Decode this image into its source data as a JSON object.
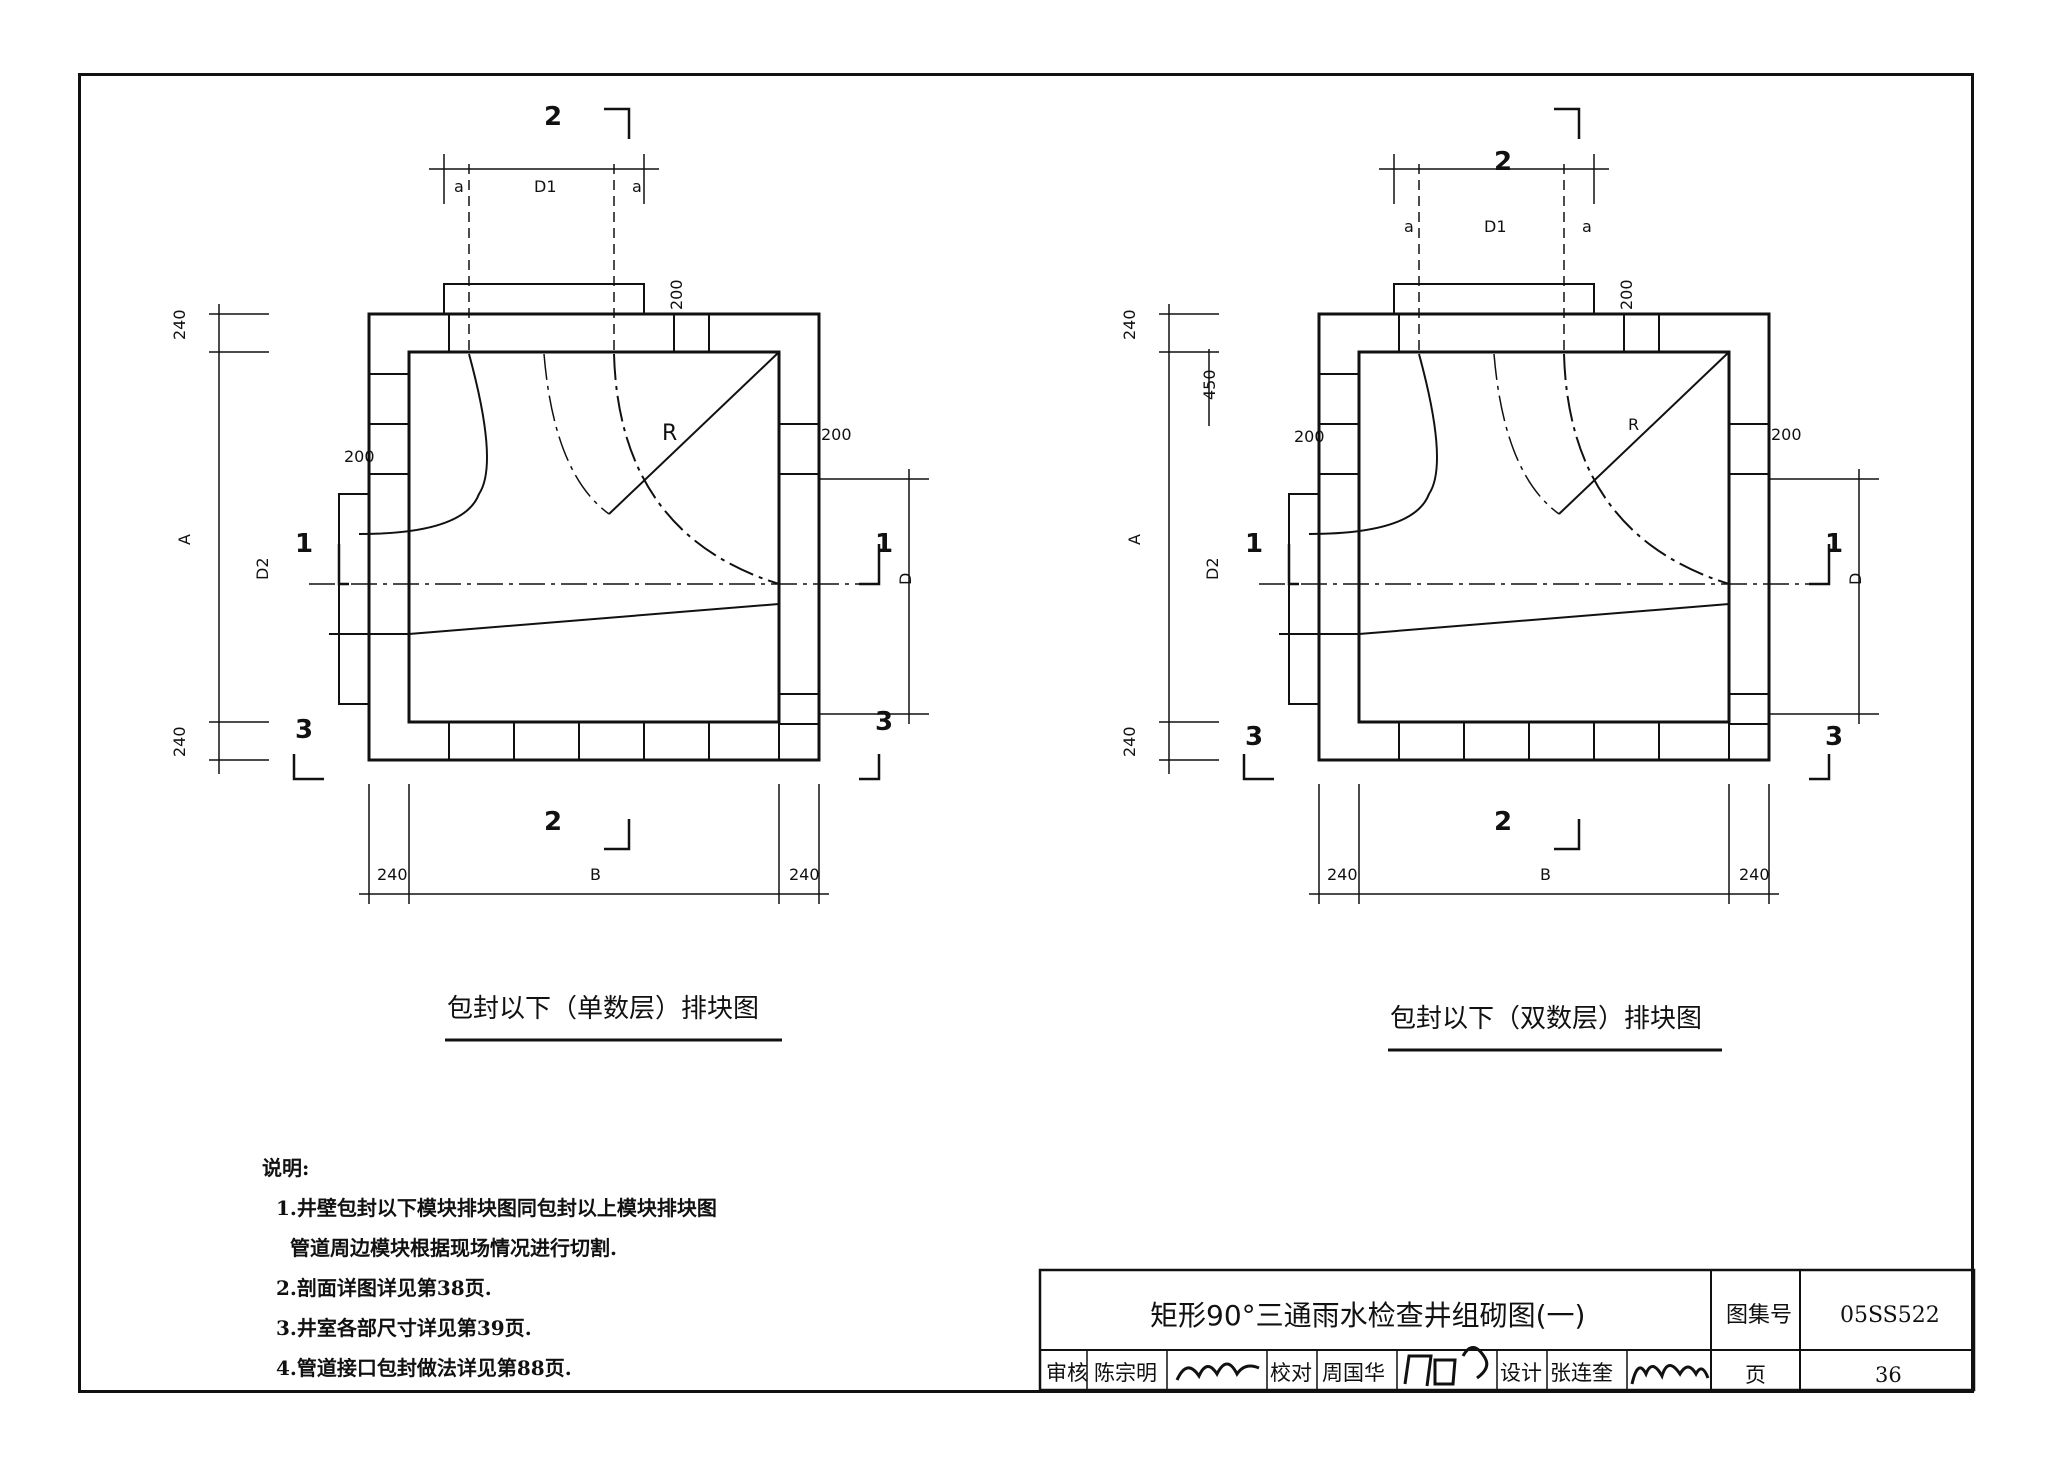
{
  "sheet": {
    "left_view_caption": "包封以下（单数层）排块图",
    "right_view_caption": "包封以下（双数层）排块图"
  },
  "dims": {
    "d240": "240",
    "d200": "200",
    "d450": "450",
    "a": "a",
    "A": "A",
    "B": "B",
    "D": "D",
    "D1": "D1",
    "D2": "D2",
    "R": "R",
    "sec1": "1",
    "sec2": "2",
    "sec3": "3"
  },
  "notes": {
    "heading": "说明:",
    "items": [
      "1.井壁包封以下模块排块图同包封以上模块排块图",
      "管道周边模块根据现场情况进行切割.",
      "2.剖面详图详见第38页.",
      "3.井室各部尺寸详见第39页.",
      "4.管道接口包封做法详见第88页."
    ]
  },
  "title_block": {
    "title": "矩形90°三通雨水检查井组砌图(一)",
    "atlas_label": "图集号",
    "atlas_no": "05SS522",
    "review_label": "审核",
    "reviewer": "陈宗明",
    "check_label": "校对",
    "checker": "周国华",
    "design_label": "设计",
    "designer": "张连奎",
    "page_label": "页",
    "page_no": "36"
  }
}
